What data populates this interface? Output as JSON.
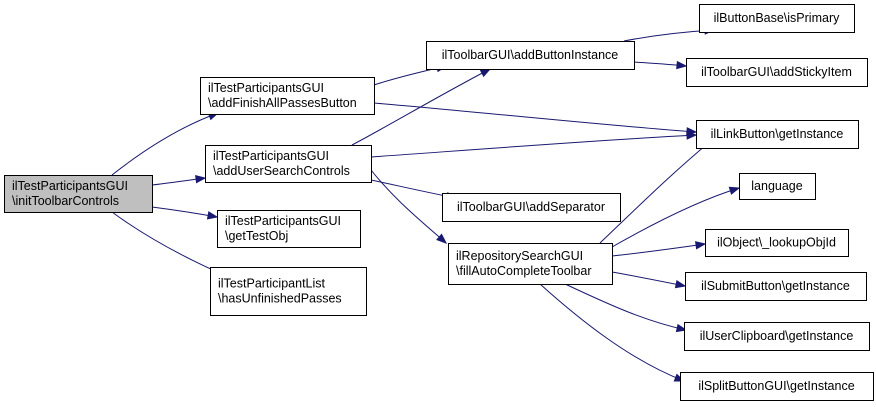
{
  "diagram": {
    "nodes": [
      {
        "id": "n0",
        "lines": [
          "ilTestParticipantsGUI",
          "\\initToolbarControls"
        ],
        "root": true
      },
      {
        "id": "n1",
        "lines": [
          "ilTestParticipantsGUI",
          "\\addFinishAllPassesButton"
        ]
      },
      {
        "id": "n2",
        "lines": [
          "ilTestParticipantsGUI",
          "\\addUserSearchControls"
        ]
      },
      {
        "id": "n3",
        "lines": [
          "ilTestParticipantsGUI",
          "\\getTestObj"
        ]
      },
      {
        "id": "n4",
        "lines": [
          "ilTestParticipantList",
          "\\hasUnfinishedPasses"
        ]
      },
      {
        "id": "n5",
        "lines": [
          "ilToolbarGUI\\addButtonInstance"
        ]
      },
      {
        "id": "n6",
        "lines": [
          "ilToolbarGUI\\addSeparator"
        ]
      },
      {
        "id": "n7",
        "lines": [
          "ilRepositorySearchGUI",
          "\\fillAutoCompleteToolbar"
        ]
      },
      {
        "id": "n8",
        "lines": [
          "ilButtonBase\\isPrimary"
        ]
      },
      {
        "id": "n9",
        "lines": [
          "ilToolbarGUI\\addStickyItem"
        ]
      },
      {
        "id": "n10",
        "lines": [
          "ilLinkButton\\getInstance"
        ]
      },
      {
        "id": "n11",
        "lines": [
          "language"
        ]
      },
      {
        "id": "n12",
        "lines": [
          "ilObject\\_lookupObjId"
        ]
      },
      {
        "id": "n13",
        "lines": [
          "ilSubmitButton\\getInstance"
        ]
      },
      {
        "id": "n14",
        "lines": [
          "ilUserClipboard\\getInstance"
        ]
      },
      {
        "id": "n15",
        "lines": [
          "ilSplitButtonGUI\\getInstance"
        ]
      }
    ],
    "edges": [
      {
        "from": "n0",
        "to": "n1"
      },
      {
        "from": "n0",
        "to": "n2"
      },
      {
        "from": "n0",
        "to": "n3"
      },
      {
        "from": "n0",
        "to": "n4"
      },
      {
        "from": "n1",
        "to": "n5"
      },
      {
        "from": "n1",
        "to": "n10"
      },
      {
        "from": "n2",
        "to": "n5"
      },
      {
        "from": "n2",
        "to": "n10"
      },
      {
        "from": "n2",
        "to": "n6"
      },
      {
        "from": "n2",
        "to": "n7"
      },
      {
        "from": "n5",
        "to": "n8"
      },
      {
        "from": "n5",
        "to": "n9"
      },
      {
        "from": "n7",
        "to": "n10"
      },
      {
        "from": "n7",
        "to": "n11"
      },
      {
        "from": "n7",
        "to": "n12"
      },
      {
        "from": "n7",
        "to": "n13"
      },
      {
        "from": "n7",
        "to": "n14"
      },
      {
        "from": "n7",
        "to": "n15"
      }
    ]
  }
}
